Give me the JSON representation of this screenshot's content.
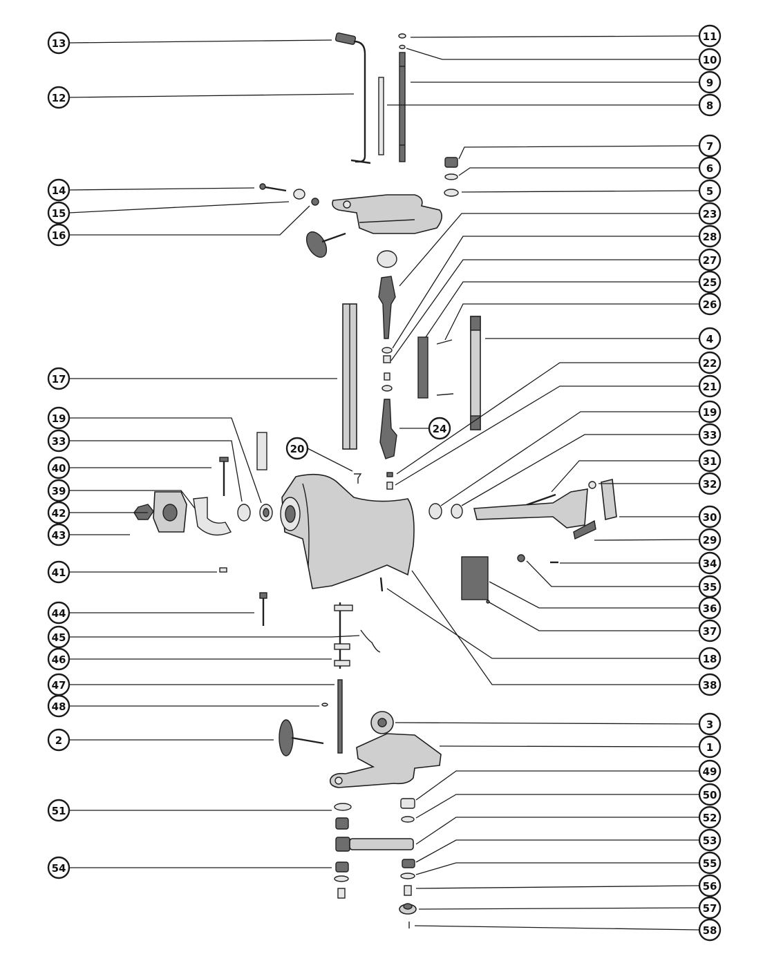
{
  "diagram": {
    "callouts": [
      {
        "id": "c13",
        "number": "13"
      },
      {
        "id": "c12",
        "number": "12"
      },
      {
        "id": "c14",
        "number": "14"
      },
      {
        "id": "c15",
        "number": "15"
      },
      {
        "id": "c16",
        "number": "16"
      },
      {
        "id": "c17",
        "number": "17"
      },
      {
        "id": "c19l",
        "number": "19"
      },
      {
        "id": "c33l",
        "number": "33"
      },
      {
        "id": "c40",
        "number": "40"
      },
      {
        "id": "c39",
        "number": "39"
      },
      {
        "id": "c42",
        "number": "42"
      },
      {
        "id": "c43",
        "number": "43"
      },
      {
        "id": "c41",
        "number": "41"
      },
      {
        "id": "c44",
        "number": "44"
      },
      {
        "id": "c45",
        "number": "45"
      },
      {
        "id": "c46",
        "number": "46"
      },
      {
        "id": "c47",
        "number": "47"
      },
      {
        "id": "c48",
        "number": "48"
      },
      {
        "id": "c2",
        "number": "2"
      },
      {
        "id": "c51",
        "number": "51"
      },
      {
        "id": "c54",
        "number": "54"
      },
      {
        "id": "c20",
        "number": "20"
      },
      {
        "id": "c24",
        "number": "24"
      },
      {
        "id": "c11",
        "number": "11"
      },
      {
        "id": "c10",
        "number": "10"
      },
      {
        "id": "c9",
        "number": "9"
      },
      {
        "id": "c8",
        "number": "8"
      },
      {
        "id": "c7",
        "number": "7"
      },
      {
        "id": "c6",
        "number": "6"
      },
      {
        "id": "c5",
        "number": "5"
      },
      {
        "id": "c23",
        "number": "23"
      },
      {
        "id": "c28",
        "number": "28"
      },
      {
        "id": "c27",
        "number": "27"
      },
      {
        "id": "c25",
        "number": "25"
      },
      {
        "id": "c26",
        "number": "26"
      },
      {
        "id": "c4",
        "number": "4"
      },
      {
        "id": "c22",
        "number": "22"
      },
      {
        "id": "c21",
        "number": "21"
      },
      {
        "id": "c19r",
        "number": "19"
      },
      {
        "id": "c33r",
        "number": "33"
      },
      {
        "id": "c31",
        "number": "31"
      },
      {
        "id": "c32",
        "number": "32"
      },
      {
        "id": "c30",
        "number": "30"
      },
      {
        "id": "c29",
        "number": "29"
      },
      {
        "id": "c34",
        "number": "34"
      },
      {
        "id": "c35",
        "number": "35"
      },
      {
        "id": "c36",
        "number": "36"
      },
      {
        "id": "c37",
        "number": "37"
      },
      {
        "id": "c18",
        "number": "18"
      },
      {
        "id": "c38",
        "number": "38"
      },
      {
        "id": "c3",
        "number": "3"
      },
      {
        "id": "c1",
        "number": "1"
      },
      {
        "id": "c49",
        "number": "49"
      },
      {
        "id": "c50",
        "number": "50"
      },
      {
        "id": "c52",
        "number": "52"
      },
      {
        "id": "c53",
        "number": "53"
      },
      {
        "id": "c55",
        "number": "55"
      },
      {
        "id": "c56",
        "number": "56"
      },
      {
        "id": "c57",
        "number": "57"
      },
      {
        "id": "c58",
        "number": "58"
      }
    ]
  }
}
